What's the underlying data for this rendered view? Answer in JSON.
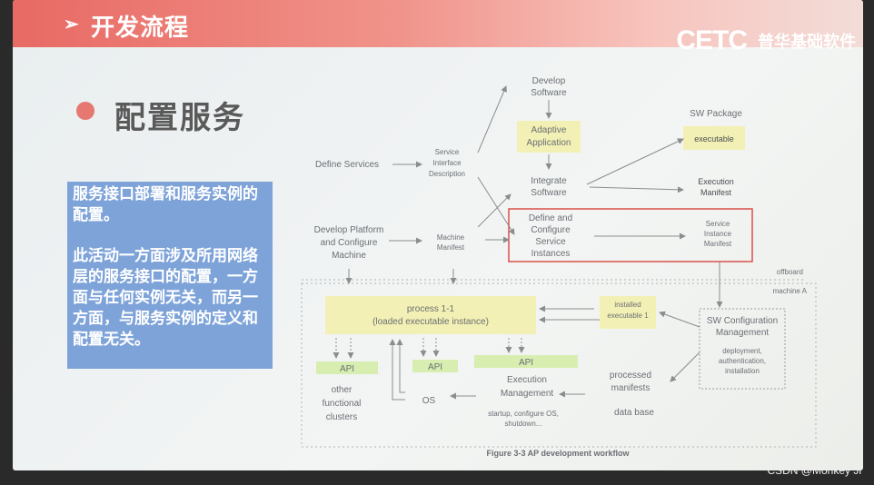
{
  "header": {
    "arrow": "➢",
    "title": "开发流程",
    "logo_mark": "CETC",
    "logo_company": "普华基础软件"
  },
  "section": {
    "heading": "配置服务"
  },
  "description": {
    "paragraph1": "服务接口部署和服务实例的配置。",
    "paragraph2": "此活动一方面涉及所用网络层的服务接口的配置，一方面与任何实例无关，而另一方面，与服务实例的定义和配置无关。"
  },
  "diagram": {
    "develop_software": [
      "Develop",
      "Software"
    ],
    "adaptive_application": [
      "Adaptive",
      "Application"
    ],
    "integrate_software": [
      "Integrate",
      "Software"
    ],
    "sw_package": "SW Package",
    "executable": "executable",
    "execution_manifest": [
      "Execution",
      "Manifest"
    ],
    "define_services": "Define Services",
    "service_interface_description": [
      "Service",
      "Interface",
      "Description"
    ],
    "define_configure_service_instances": [
      "Define and",
      "Configure",
      "Service",
      "Instances"
    ],
    "service_instance_manifest": [
      "Service",
      "Instance",
      "Manifest"
    ],
    "develop_platform": [
      "Develop Platform",
      "and Configure",
      "Machine"
    ],
    "machine_manifest": [
      "Machine",
      "Manifest"
    ],
    "offboard": "offboard",
    "machine_a": "machine A",
    "process": [
      "process 1-1",
      "(loaded executable instance)"
    ],
    "installed_executable": [
      "installed",
      "executable 1"
    ],
    "sw_configuration_management": [
      "SW Configuration",
      "Management"
    ],
    "swcm_details": [
      "deployment,",
      "authentication,",
      "installation"
    ],
    "api": "API",
    "other_functional_clusters": [
      "other",
      "functional",
      "clusters"
    ],
    "os": "OS",
    "execution_management": [
      "Execution",
      "Management"
    ],
    "em_details": [
      "startup, configure OS,",
      "shutdown..."
    ],
    "processed_manifests": [
      "processed",
      "manifests"
    ],
    "data_base": "data base",
    "caption": "Figure 3-3 AP development workflow"
  },
  "watermark": "CSDN @Monkey Ji"
}
